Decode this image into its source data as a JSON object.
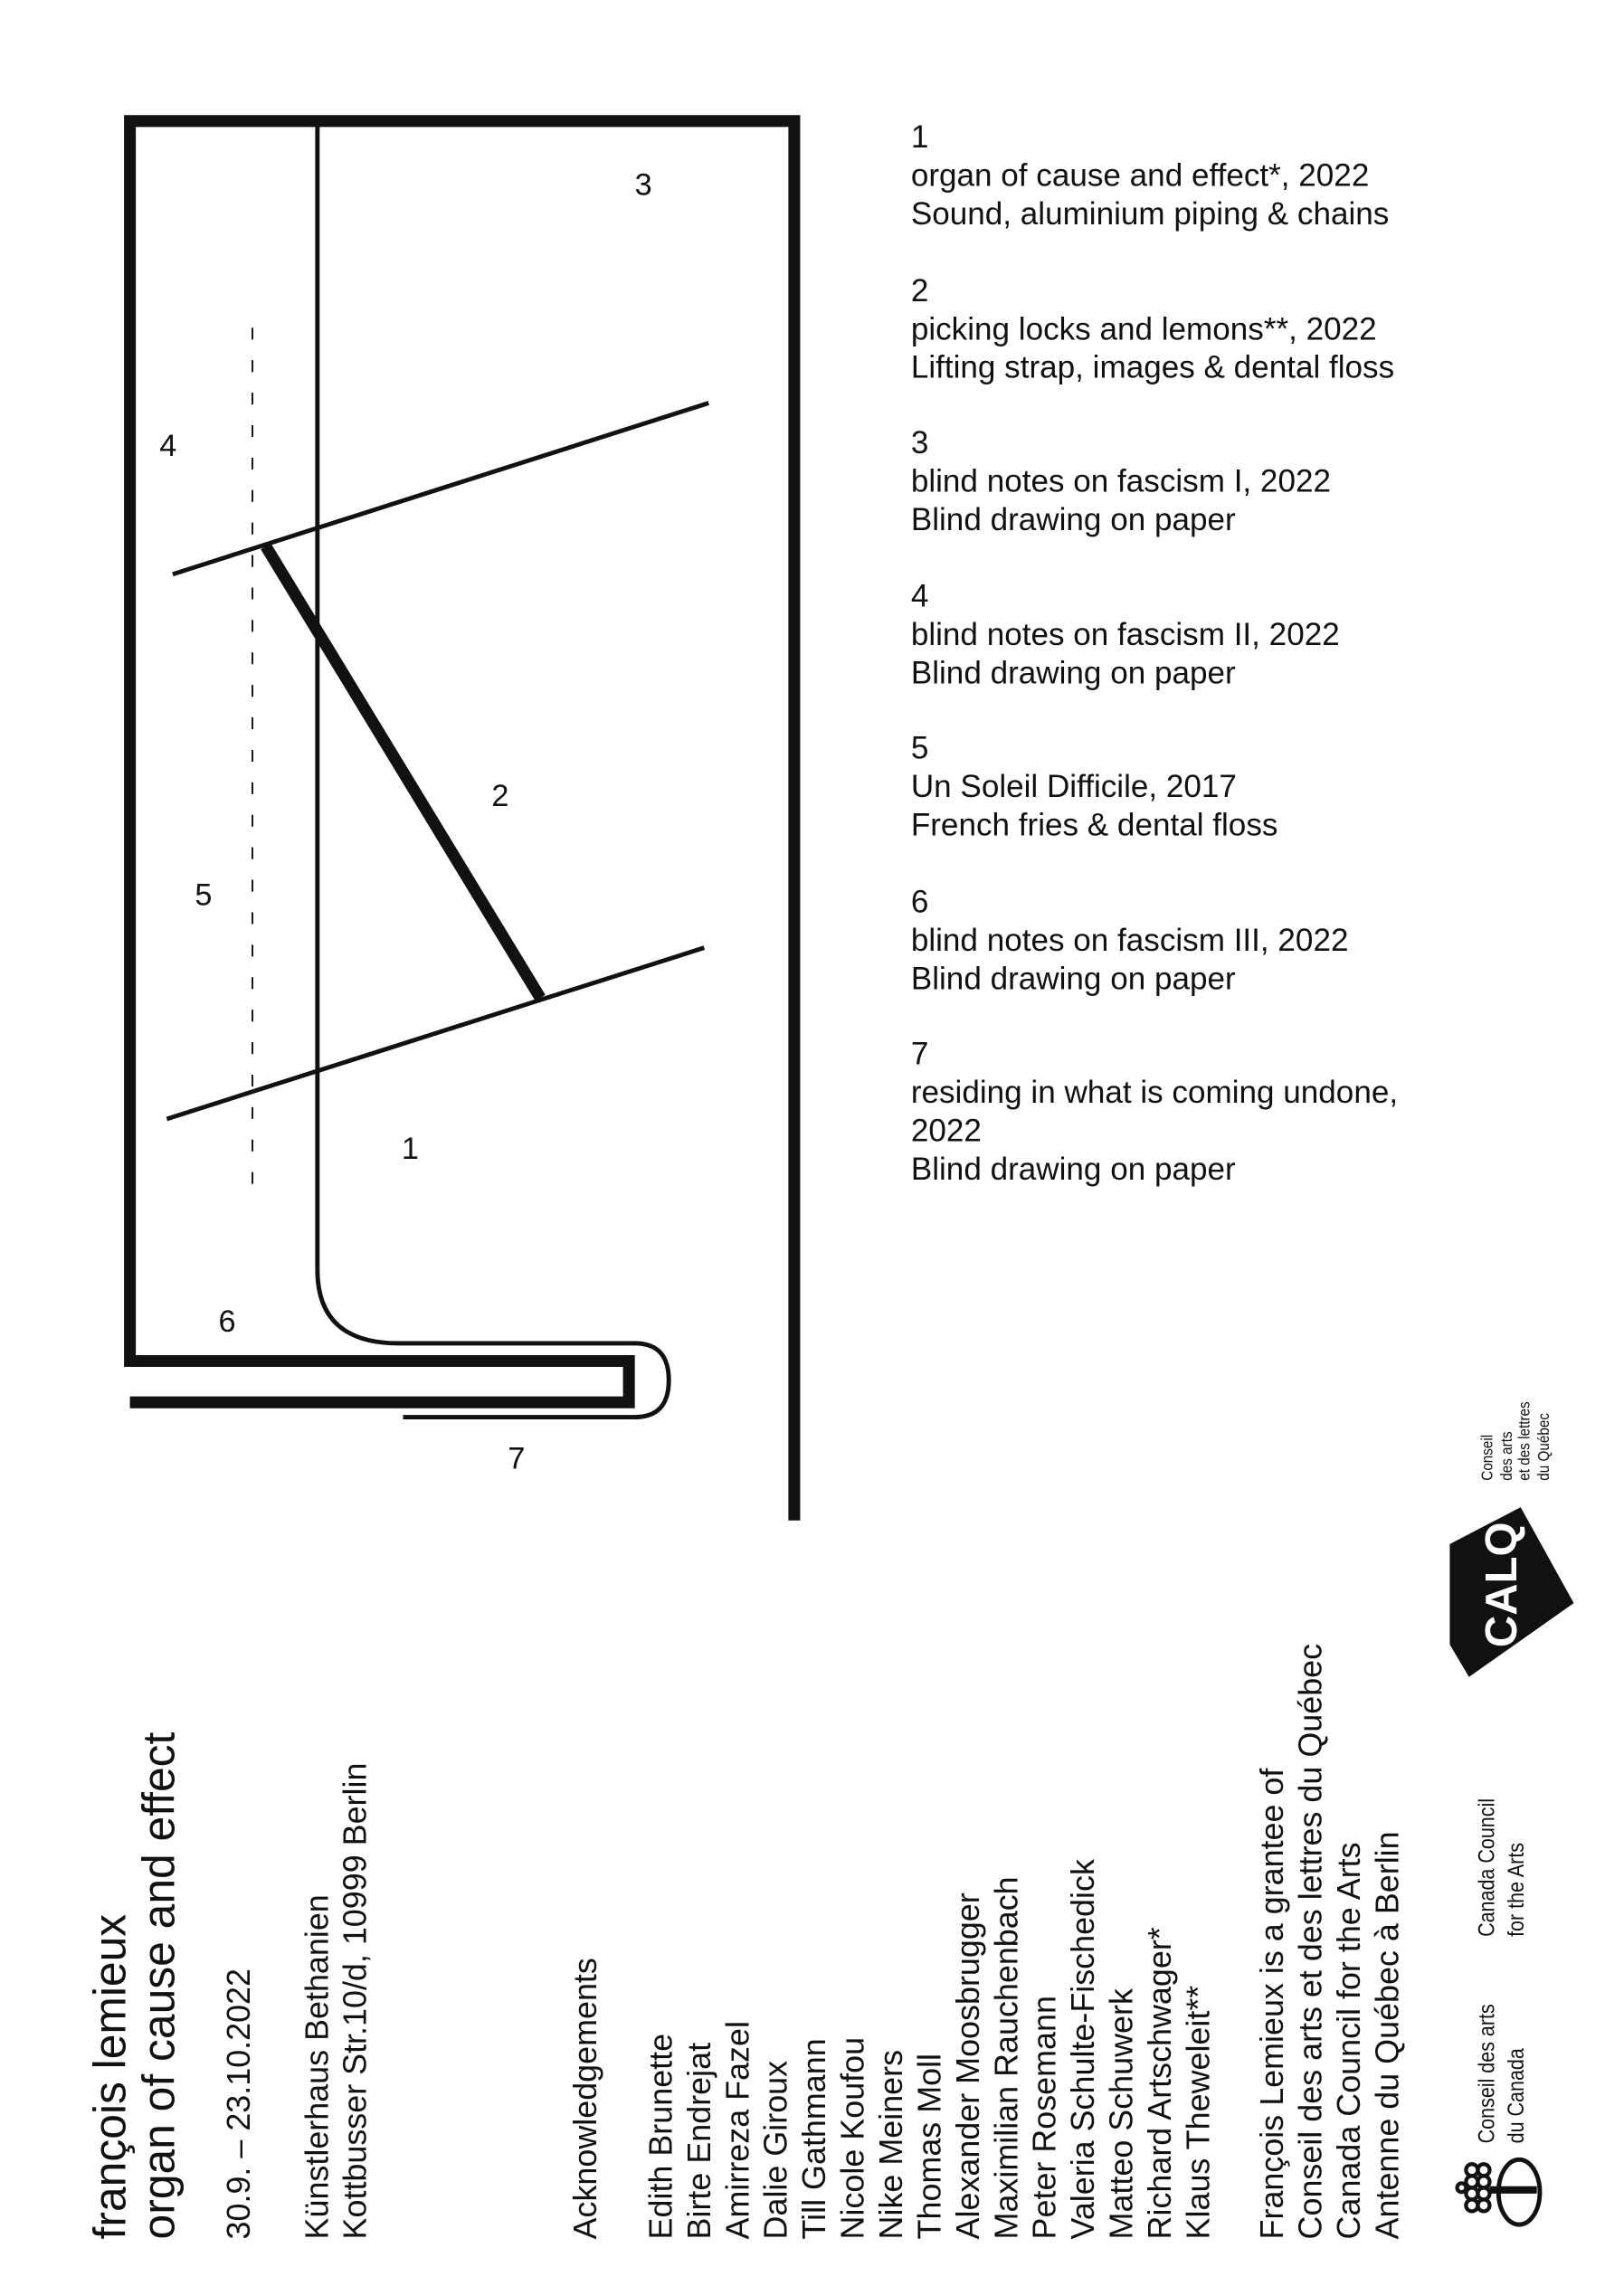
{
  "diagram": {
    "labels": [
      "1",
      "2",
      "3",
      "4",
      "5",
      "6",
      "7"
    ]
  },
  "works": [
    {
      "number": "1",
      "title": "organ of cause and effect*, 2022",
      "medium": "Sound, aluminium piping & chains"
    },
    {
      "number": "2",
      "title": "picking locks and lemons**, 2022",
      "medium": "Lifting strap, images & dental floss"
    },
    {
      "number": "3",
      "title": "blind notes on fascism I, 2022",
      "medium": "Blind drawing on paper"
    },
    {
      "number": "4",
      "title": "blind notes on fascism II, 2022",
      "medium": "Blind drawing on paper"
    },
    {
      "number": "5",
      "title": "Un Soleil Difficile, 2017",
      "medium": "French fries & dental floss"
    },
    {
      "number": "6",
      "title": "blind notes on fascism III, 2022",
      "medium": "Blind drawing on paper"
    },
    {
      "number": "7",
      "title": "residing in what is coming undone,",
      "title2": "2022",
      "medium": "Blind drawing on paper"
    }
  ],
  "header": {
    "artist": "françois lemieux",
    "title": "organ of cause and effect",
    "dates": "30.9. – 23.10.2022",
    "venue": "Künstlerhaus Bethanien",
    "address": "Kottbusser Str.10/d, 10999 Berlin"
  },
  "acknowledgements": {
    "heading": "Acknowledgements",
    "names": [
      "Edith Brunette",
      "Birte Endrejat",
      "Amirreza Fazel",
      "Dalie Giroux",
      "Till Gathmann",
      "Nicole Koufou",
      "Nike Meiners",
      "Thomas Moll",
      "Alexander Moosbrugger",
      "Maximilian Rauchenbach",
      "Peter Rosemann",
      "Valeria Schulte-Fischedick",
      "Matteo Schuwerk",
      "Richard Artschwager*",
      "Klaus Theweleit**"
    ]
  },
  "grantee": [
    "François Lemieux is a grantee of",
    "Conseil des arts et des lettres du Québec",
    "Canada Council for the Arts",
    "Antenne du Québec à Berlin"
  ],
  "logos": {
    "canada_council": {
      "fr1": "Conseil des arts",
      "fr2": "du Canada",
      "en1": "Canada Council",
      "en2": "for the Arts"
    },
    "calq": {
      "mark": "CALQ",
      "lines": [
        "Conseil",
        "des arts",
        "et des lettres",
        "du Québec"
      ]
    }
  }
}
